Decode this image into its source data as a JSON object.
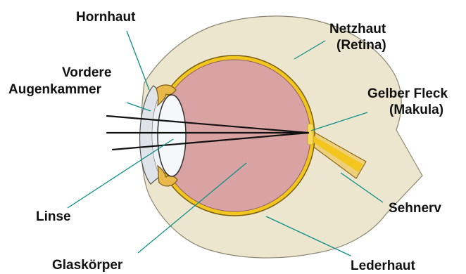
{
  "labels": {
    "cornea": "Hornhaut",
    "anterior_chamber_line1": "Vordere",
    "anterior_chamber_line2": "Augenkammer",
    "lens": "Linse",
    "vitreous": "Glaskörper",
    "retina_line1": "Netzhaut",
    "retina_line2": "(Retina)",
    "macula_line1": "Gelber Fleck",
    "macula_line2": "(Makula)",
    "optic_nerve": "Sehnerv",
    "sclera": "Lederhaut"
  },
  "colors": {
    "sclera_outer": "#ede6cf",
    "retina_ring": "#f2c61f",
    "vitreous": "#d9a3a3",
    "lens": "#f5f7fa",
    "cornea": "#dfe4eb",
    "iris": "#e9b84a",
    "leader_lines": "#0e8f86",
    "outline": "#222222"
  }
}
